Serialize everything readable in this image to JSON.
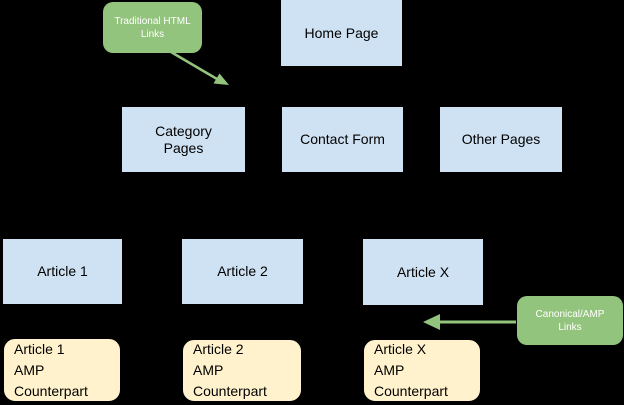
{
  "colors": {
    "background": "#000000",
    "node_blue": "#cfe2f3",
    "node_yellow": "#fff2cc",
    "callout_green": "#93c47d",
    "text_dark": "#000000",
    "text_light": "#ffffff"
  },
  "nodes": {
    "home": {
      "label": "Home Page"
    },
    "category": {
      "label": "Category\nPages"
    },
    "contact": {
      "label": "Contact Form"
    },
    "other": {
      "label": "Other Pages"
    },
    "article1": {
      "label": "Article 1"
    },
    "article2": {
      "label": "Article 2"
    },
    "articleX": {
      "label": "Article X"
    },
    "amp1": {
      "label": "Article 1\nAMP\nCounterpart"
    },
    "amp2": {
      "label": "Article 2\nAMP\nCounterpart"
    },
    "ampX": {
      "label": "Article X\nAMP\nCounterpart"
    }
  },
  "callouts": {
    "traditional": {
      "label": "Traditional HTML\nLinks"
    },
    "canonical": {
      "label": "Canonical/AMP\nLinks"
    }
  }
}
